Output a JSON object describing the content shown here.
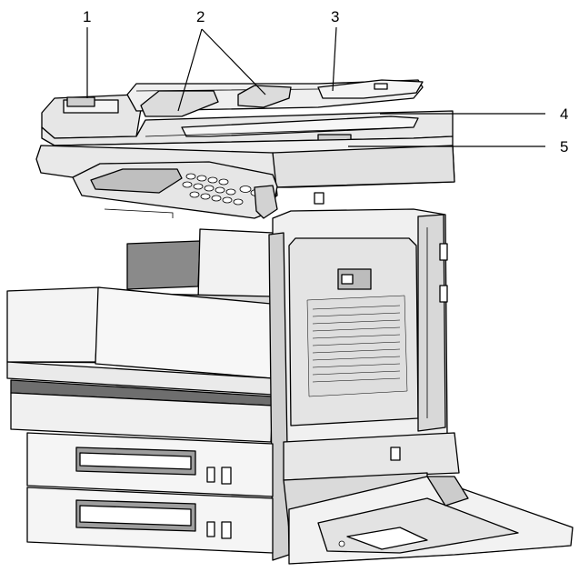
{
  "callouts": [
    {
      "id": "1",
      "label": "1"
    },
    {
      "id": "2",
      "label": "2"
    },
    {
      "id": "3",
      "label": "3"
    },
    {
      "id": "4",
      "label": "4"
    },
    {
      "id": "5",
      "label": "5"
    }
  ],
  "colors": {
    "outline": "#000000",
    "panel_light": "#f2f2f2",
    "panel_mid": "#d9d9d9",
    "panel_dark": "#a8a8a8",
    "shadow": "#5a5a5a"
  }
}
